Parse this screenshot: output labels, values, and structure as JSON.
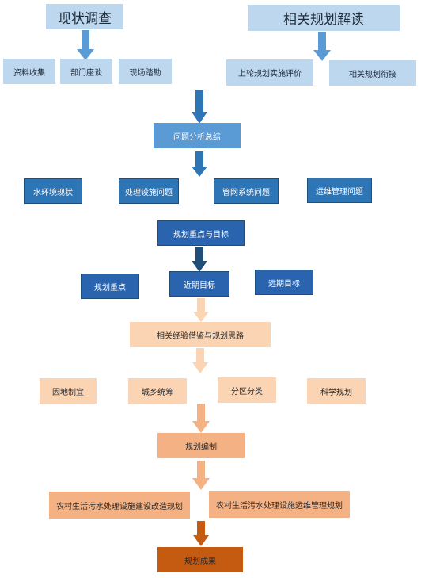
{
  "diagram": {
    "survey_title": "现状调查",
    "plan_title": "相关规划解读",
    "survey_items": [
      "资料收集",
      "部门座谈",
      "现场踏勘"
    ],
    "plan_items": [
      "上轮规划实施评价",
      "相关规划衔接"
    ],
    "problem_summary": "问题分析总结",
    "problems": [
      "水环境现状",
      "处理设施问题",
      "管网系统问题",
      "运维管理问题"
    ],
    "focus_goals": "规划重点与目标",
    "focus_items": [
      "规划重点",
      "近期目标",
      "远期目标"
    ],
    "experience": "相关经验借鉴与规划思路",
    "principles": [
      "因地制宜",
      "城乡统筹",
      "分区分类",
      "科学规划"
    ],
    "compilation": "规划编制",
    "plans": [
      "农村生活污水处理设施建设改造规划",
      "农村生活污水处理设施运维管理规划"
    ],
    "result": "规划成果"
  },
  "colors": {
    "light_blue": "#bdd7ee",
    "mid_blue": "#5b9bd5",
    "dark_blue": "#2e75b6",
    "peach": "#fbd4b4",
    "salmon": "#f4b183",
    "burnt_orange": "#c55a11"
  }
}
